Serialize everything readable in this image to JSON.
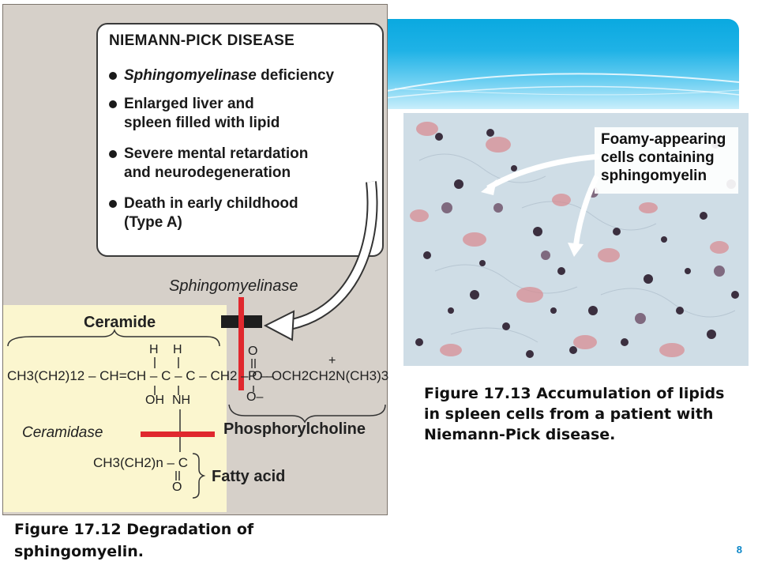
{
  "callout": {
    "title": "NIEMANN-PICK DISEASE",
    "bullets": [
      {
        "text_italic": "Sphingomyelinase",
        "text_rest": " deficiency"
      },
      {
        "text": "Enlarged liver and\nspleen filled with lipid"
      },
      {
        "text": "Severe mental retardation\nand neurodegeneration"
      },
      {
        "text": "Death in early childhood\n(Type A)"
      }
    ]
  },
  "reaction": {
    "enzyme_top": "Sphingomyelinase",
    "ceramide_label": "Ceramide",
    "ceramidase_label": "Ceramidase",
    "phosphorylcholine_label": "Phosphorylcholine",
    "fatty_acid_label": "Fatty acid",
    "formula_main_left": "CH3(CH2)12 – CH=CH – C – C – CH2 – O –",
    "formula_main_right": "P – OCH2CH2N(CH3)3",
    "h_labels": [
      "H",
      "H"
    ],
    "oh_label": "OH",
    "nh_label": "NH",
    "o_top": "O",
    "o_minus": "O–",
    "plus": "+",
    "fatty_acid_formula": "CH3(CH2)n – C",
    "o_bottom": "O"
  },
  "micrograph": {
    "annotation": "Foamy-appearing\ncells containing\nsphingomyelin"
  },
  "captions": {
    "fig1713": "Figure 17.13 Accumulation of lipids\nin spleen cells from a patient with\nNiemann-Pick disease.",
    "fig1712": "Figure 17.12 Degradation of\nsphingomyelin."
  },
  "page_number": "8",
  "colors": {
    "banner": "#1fb2e6",
    "red_bar": "#e0282e",
    "ceramide_bg": "#fbf6cf",
    "panel_bg": "#d6d0c9",
    "page_number": "#0a86c8"
  }
}
